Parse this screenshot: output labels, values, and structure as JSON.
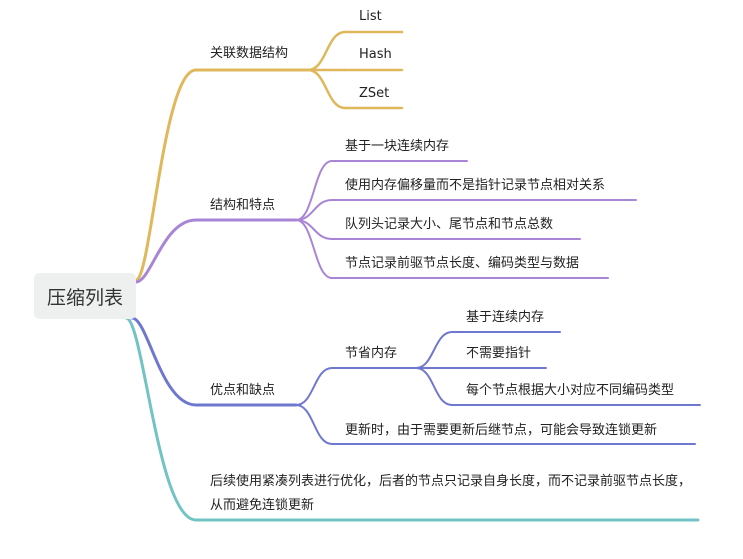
{
  "root": {
    "label": "压缩列表"
  },
  "branches": [
    {
      "label": "关联数据结构",
      "color": "#e0b85c",
      "children": [
        {
          "label": "List"
        },
        {
          "label": "Hash"
        },
        {
          "label": "ZSet"
        }
      ]
    },
    {
      "label": "结构和特点",
      "color": "#a985d6",
      "children": [
        {
          "label": "基于一块连续内存"
        },
        {
          "label": "使用内存偏移量而不是指针记录节点相对关系"
        },
        {
          "label": "队列头记录大小、尾节点和节点总数"
        },
        {
          "label": "节点记录前驱节点长度、编码类型与数据"
        }
      ]
    },
    {
      "label": "优点和缺点",
      "color": "#6f78cf",
      "children": [
        {
          "label": "节省内存",
          "children": [
            {
              "label": "基于连续内存"
            },
            {
              "label": "不需要指针"
            },
            {
              "label": "每个节点根据大小对应不同编码类型"
            }
          ]
        },
        {
          "label": "更新时，由于需要更新后继节点，可能会导致连锁更新"
        }
      ]
    },
    {
      "label": "后续使用紧凑列表进行优化，后者的节点只记录自身长度，而不记录前驱节点长度，从而避免连锁更新",
      "color": "#72c3c3"
    }
  ]
}
